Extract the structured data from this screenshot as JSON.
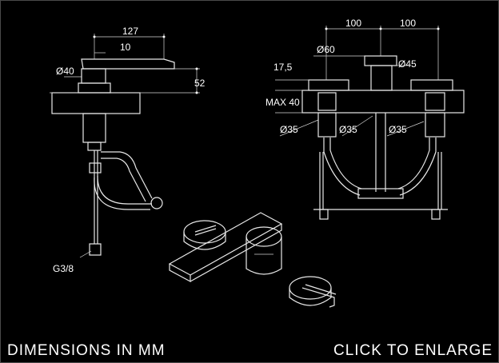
{
  "captions": {
    "dimensions": "DIMENSIONS IN MM",
    "enlarge": "CLICK TO ENLARGE"
  },
  "left_view": {
    "dim_width": "127",
    "dim_offset": "10",
    "dim_diameter": "Ø40",
    "dim_height": "52",
    "connection": "G3/8"
  },
  "right_view": {
    "dim_left_spacing": "100",
    "dim_right_spacing": "100",
    "dim_spout_diameter": "Ø60",
    "dim_handle_diameter": "Ø45",
    "dim_height": "17,5",
    "dim_max_deck": "MAX 40",
    "dim_hole_left": "Ø35",
    "dim_hole_mid": "Ø35",
    "dim_hole_right": "Ø35"
  },
  "colors": {
    "background": "#000000",
    "line": "#e8e8e8",
    "text": "#ffffff"
  }
}
